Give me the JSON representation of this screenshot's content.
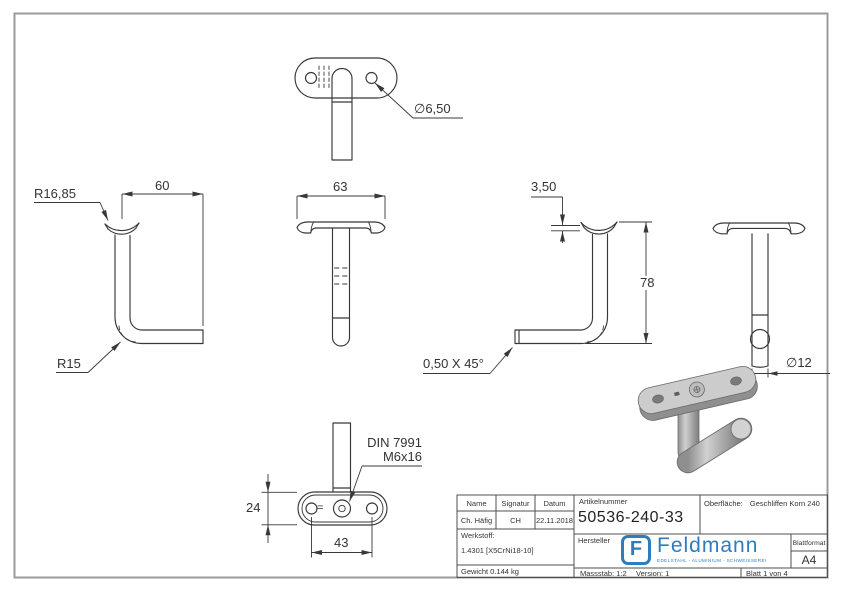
{
  "page": {
    "frame_color": "#9b9b9b",
    "line_color": "#383838",
    "logo_color": "#2e7cc0",
    "model_gray": "#b3b3b3"
  },
  "dimensions": {
    "hole_diameter": "∅6,50",
    "saddle_radius": "R16,85",
    "arm_length": "60",
    "bend_radius": "R15",
    "saddle_width": "63",
    "saddle_thickness": "3,50",
    "height": "78",
    "chamfer": "0,50 X 45°",
    "tube_diameter": "∅12",
    "screw_standard": "DIN 7991",
    "screw_size": "M6x16",
    "plate_width": "24",
    "hole_spacing": "43",
    "equals_mark": "="
  },
  "title_block": {
    "name_header": "Name",
    "signatur_header": "Signatur",
    "datum_header": "Datum",
    "name": "Ch. Häfig",
    "signatur": "CH",
    "datum": "22.11.2018",
    "werkstoff_label": "Werkstoff:",
    "werkstoff": "1.4301 [X5CrNi18-10]",
    "gewicht": "Gewicht 0.144 kg",
    "artikelnummer_label": "Artikelnummer",
    "artikelnummer": "50536-240-33",
    "oberflaeche_label": "Oberfläche:",
    "oberflaeche": "Geschliffen Korn 240",
    "hersteller_label": "Hersteller",
    "blattformat_label": "Blattformat",
    "blattformat": "A4",
    "massstab": "Massstab: 1:2",
    "version": "Version: 1",
    "blatt": "Blatt 1 von 4"
  },
  "logo": {
    "letter": "F",
    "name": "Feldmann",
    "tagline": "EDELSTAHL - ALUMINIUM - SCHWEISSEREI"
  }
}
